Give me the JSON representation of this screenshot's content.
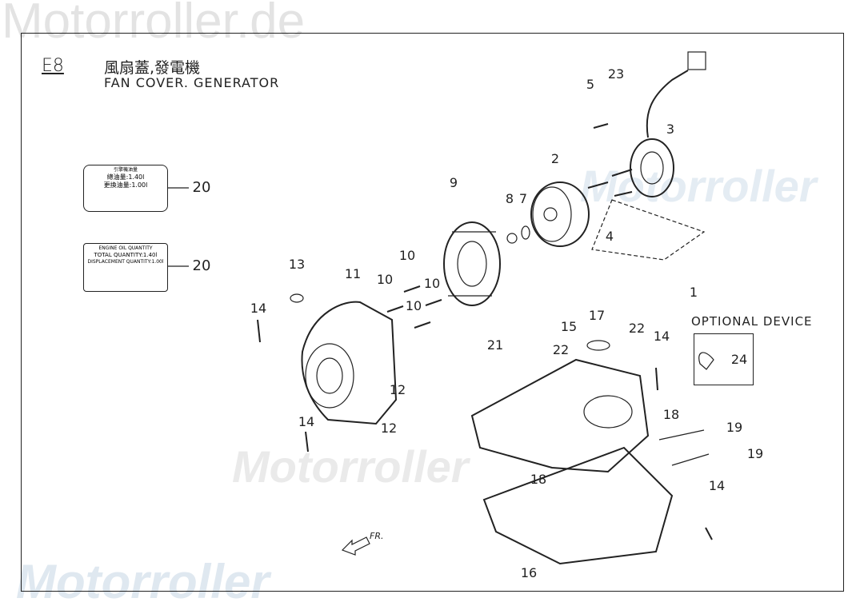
{
  "watermark": "Motorroller.de",
  "watermark_italic": "Motorroller",
  "watermark_suffix": ".de",
  "header": {
    "code": "E8",
    "title_zh": "風扇蓋,發電機",
    "title_en": "FAN COVER. GENERATOR"
  },
  "optional_device": "OPTIONAL DEVICE",
  "direction": "FR.",
  "label_en": {
    "title": "ENGINE OIL QUANTITY",
    "line_total": "TOTAL QUANTITY:1.40l",
    "line_disp": "DISPLACEMENT QUANTITY:1.00l"
  },
  "label_zh": {
    "line_total": "總油量:1.40l",
    "line_disp": "更換油量:1.00l"
  },
  "callouts": [
    "5",
    "23",
    "3",
    "2",
    "9",
    "8",
    "7",
    "4",
    "1",
    "13",
    "11",
    "10",
    "10",
    "10",
    "10",
    "14",
    "21",
    "22",
    "15",
    "17",
    "22",
    "14",
    "12",
    "12",
    "14",
    "18",
    "19",
    "19",
    "18",
    "14",
    "16",
    "20",
    "20",
    "24"
  ]
}
